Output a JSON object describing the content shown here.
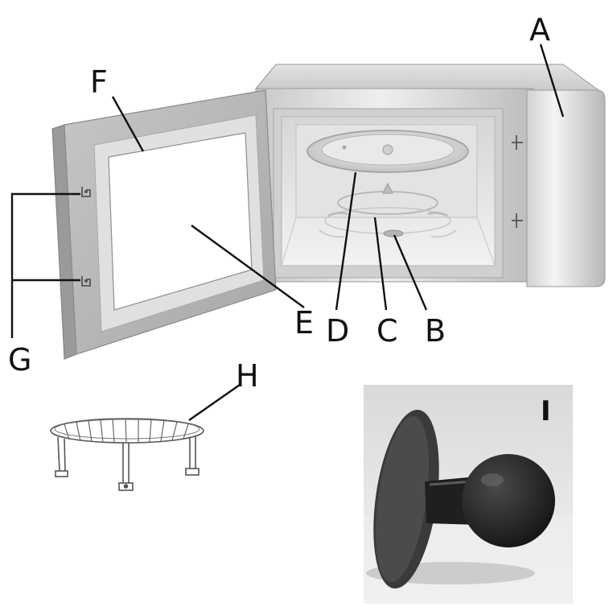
{
  "labels": {
    "A": "A",
    "B": "B",
    "C": "C",
    "D": "D",
    "E": "E",
    "F": "F",
    "G": "G",
    "H": "H",
    "I": "I"
  },
  "colors": {
    "body_light": "#e6e6e6",
    "body_mid": "#cfcfcf",
    "body_dark": "#a9a9a9",
    "door_frame": "#bdbdbd",
    "glass": "#ffffff",
    "photo_bg": "#d8d8d8",
    "rubber": "#2b2b2b",
    "ink": "#111111"
  },
  "icons": {
    "door_latch": "latch-hook-icon",
    "rack_support": "rack-foot-icon"
  }
}
